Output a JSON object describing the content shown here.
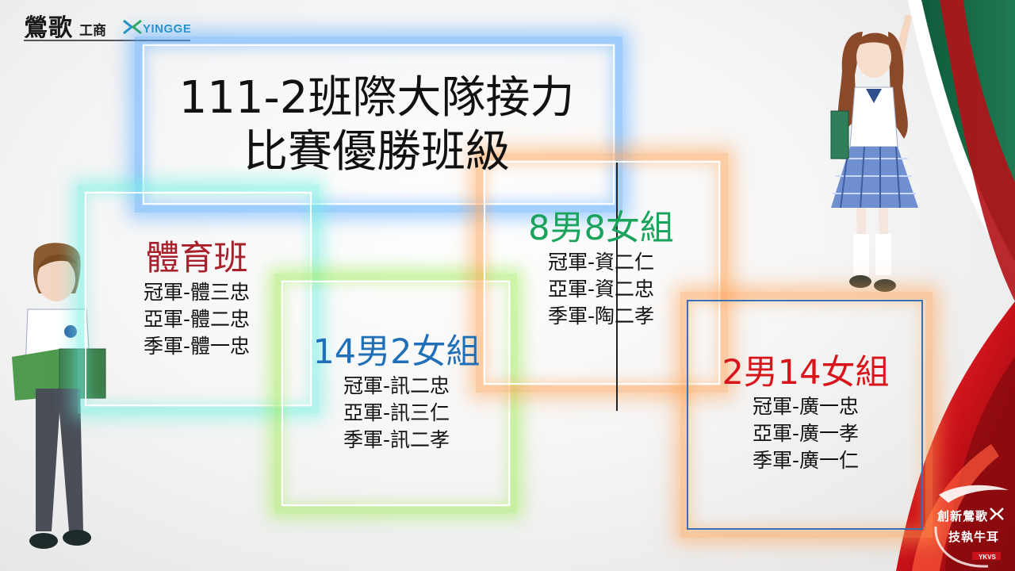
{
  "logo": {
    "main": "鶯歌",
    "sub": "工商",
    "en": "YINGGE"
  },
  "title": {
    "line1": "111-2班際大隊接力",
    "line2": "比賽優勝班級"
  },
  "groups": {
    "sports": {
      "title": "體育班",
      "lines": [
        "冠軍-體三忠",
        "亞軍-體二忠",
        "季軍-體一忠"
      ]
    },
    "m14f2": {
      "title": "14男2女組",
      "lines": [
        "冠軍-訊二忠",
        "亞軍-訊三仁",
        "季軍-訊二孝"
      ]
    },
    "m8f8": {
      "title": "8男8女組",
      "lines": [
        "冠軍-資二仁",
        "亞軍-資二忠",
        "季軍-陶二孝"
      ]
    },
    "m2f14": {
      "title": "2男14女組",
      "lines": [
        "冠軍-廣一忠",
        "亞軍-廣一孝",
        "季軍-廣一仁"
      ]
    }
  },
  "badge": {
    "line1": "創新鶯歌",
    "line2": "技執牛耳",
    "small": "YKVS"
  },
  "colors": {
    "sports_title": "#a8202c",
    "m14f2_title": "#2070b8",
    "m8f8_title": "#1aa35a",
    "m2f14_title": "#d8151b"
  },
  "icons": [
    "yingge-logo-icon",
    "curtain-decoration-icon",
    "girl-student-illustration",
    "boy-student-illustration",
    "school-badge-icon"
  ]
}
